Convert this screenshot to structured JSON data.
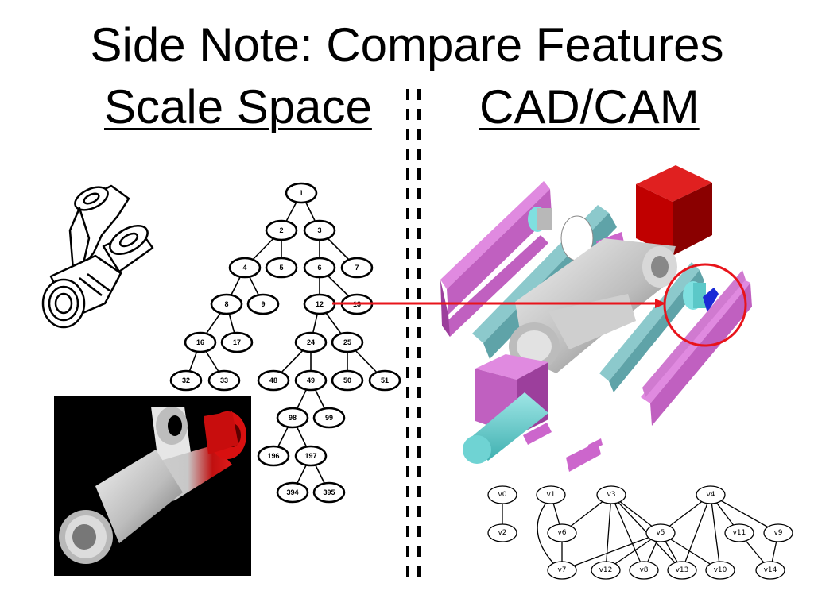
{
  "slide": {
    "title": "Side Note: Compare Features",
    "left_heading": "Scale Space",
    "right_heading": "CAD/CAM"
  },
  "colors": {
    "arrow": "#e8141b",
    "circle": "#e8141b",
    "magenta_parts": "#cc66cc",
    "teal_plates": "#5fa3a8",
    "red_block": "#d10a0a",
    "cyan_pin": "#6fd3d3"
  },
  "scale_space_tree": {
    "nodes": [
      "1",
      "2",
      "3",
      "4",
      "5",
      "6",
      "7",
      "8",
      "9",
      "12",
      "13",
      "16",
      "17",
      "24",
      "25",
      "32",
      "33",
      "48",
      "49",
      "50",
      "51",
      "98",
      "99",
      "196",
      "197",
      "394",
      "395"
    ],
    "edges": [
      [
        "1",
        "2"
      ],
      [
        "1",
        "3"
      ],
      [
        "2",
        "4"
      ],
      [
        "2",
        "5"
      ],
      [
        "3",
        "6"
      ],
      [
        "3",
        "7"
      ],
      [
        "4",
        "8"
      ],
      [
        "4",
        "9"
      ],
      [
        "6",
        "12"
      ],
      [
        "6",
        "13"
      ],
      [
        "8",
        "16"
      ],
      [
        "8",
        "17"
      ],
      [
        "12",
        "24"
      ],
      [
        "12",
        "25"
      ],
      [
        "16",
        "32"
      ],
      [
        "16",
        "33"
      ],
      [
        "24",
        "48"
      ],
      [
        "24",
        "49"
      ],
      [
        "25",
        "50"
      ],
      [
        "25",
        "51"
      ],
      [
        "49",
        "98"
      ],
      [
        "49",
        "99"
      ],
      [
        "98",
        "196"
      ],
      [
        "98",
        "197"
      ],
      [
        "197",
        "394"
      ],
      [
        "197",
        "395"
      ]
    ]
  },
  "cad_graph": {
    "nodes": [
      "v0",
      "v1",
      "v2",
      "v3",
      "v4",
      "v5",
      "v6",
      "v7",
      "v8",
      "v9",
      "v10",
      "v11",
      "v12",
      "v13",
      "v14"
    ],
    "edges": [
      [
        "v0",
        "v2"
      ],
      [
        "v1",
        "v6"
      ],
      [
        "v1",
        "v7"
      ],
      [
        "v3",
        "v6"
      ],
      [
        "v3",
        "v12"
      ],
      [
        "v3",
        "v8"
      ],
      [
        "v3",
        "v5"
      ],
      [
        "v3",
        "v13"
      ],
      [
        "v6",
        "v7"
      ],
      [
        "v4",
        "v5"
      ],
      [
        "v4",
        "v13"
      ],
      [
        "v4",
        "v10"
      ],
      [
        "v4",
        "v11"
      ],
      [
        "v4",
        "v9"
      ],
      [
        "v5",
        "v7"
      ],
      [
        "v5",
        "v12"
      ],
      [
        "v5",
        "v8"
      ],
      [
        "v5",
        "v13"
      ],
      [
        "v5",
        "v10"
      ],
      [
        "v11",
        "v14"
      ],
      [
        "v9",
        "v14"
      ]
    ]
  },
  "figures": {
    "line_drawing_icon": "yoke-line-drawing",
    "render_icon": "yoke-rendering-red-feature",
    "exploded_assembly_icon": "exploded-cad-assembly"
  }
}
